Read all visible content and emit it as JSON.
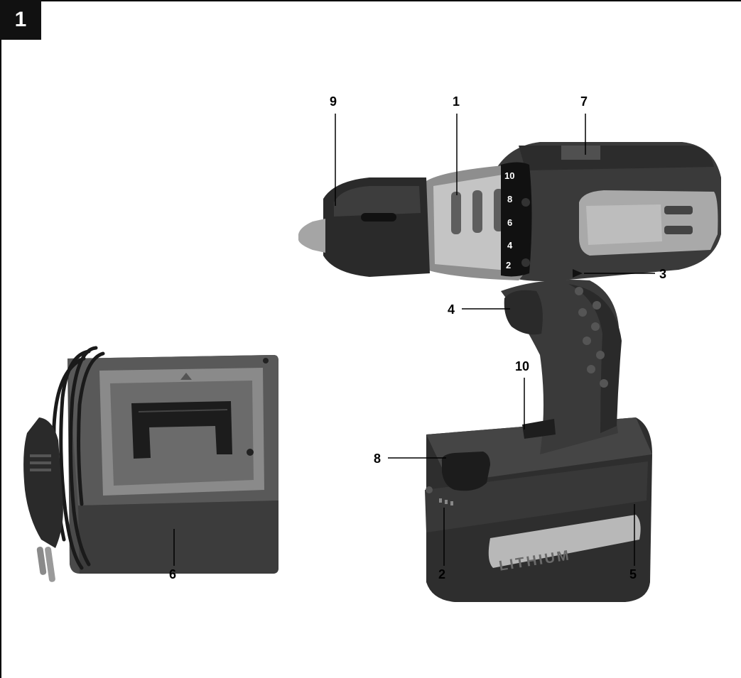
{
  "figure": {
    "number": "1"
  },
  "callouts": [
    {
      "id": "c9",
      "label": "9"
    },
    {
      "id": "c1",
      "label": "1"
    },
    {
      "id": "c7",
      "label": "7"
    },
    {
      "id": "c3",
      "label": "3"
    },
    {
      "id": "c4",
      "label": "4"
    },
    {
      "id": "c10",
      "label": "10"
    },
    {
      "id": "c8",
      "label": "8"
    },
    {
      "id": "c6",
      "label": "6"
    },
    {
      "id": "c2",
      "label": "2"
    },
    {
      "id": "c5",
      "label": "5"
    }
  ],
  "torque_scale": [
    "2",
    "4",
    "6",
    "8",
    "10"
  ],
  "battery_brand": "LITHIUM"
}
